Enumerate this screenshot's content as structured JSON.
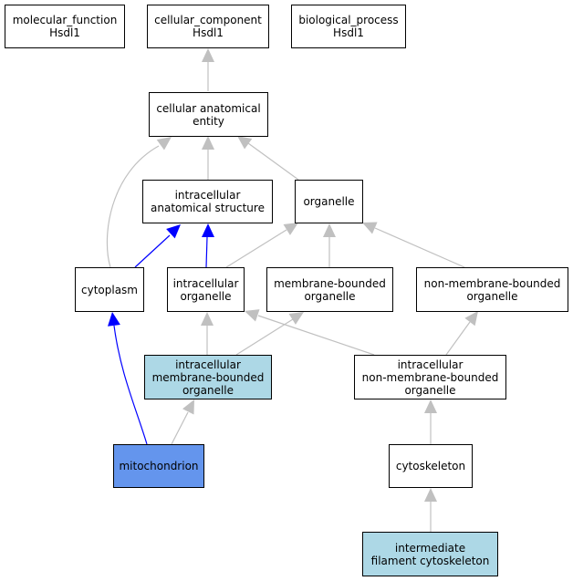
{
  "graph": {
    "colors": {
      "default_fill": "#ffffff",
      "query_fill": "#add8e6",
      "highlight_fill": "#6495ed",
      "edge_default": "#c0c0c0",
      "edge_highlight": "#0000ff"
    },
    "nodes": {
      "molecular_function": {
        "label": "molecular_function\nHsdl1",
        "fill": "#ffffff"
      },
      "cellular_component": {
        "label": "cellular_component\nHsdl1",
        "fill": "#ffffff"
      },
      "biological_process": {
        "label": "biological_process\nHsdl1",
        "fill": "#ffffff"
      },
      "cellular_anatomical_entity": {
        "label": "cellular anatomical\nentity",
        "fill": "#ffffff"
      },
      "intracellular_anatomical_structure": {
        "label": "intracellular\nanatomical structure",
        "fill": "#ffffff"
      },
      "organelle": {
        "label": "organelle",
        "fill": "#ffffff"
      },
      "cytoplasm": {
        "label": "cytoplasm",
        "fill": "#ffffff"
      },
      "intracellular_organelle": {
        "label": "intracellular\norganelle",
        "fill": "#ffffff"
      },
      "membrane_bounded_organelle": {
        "label": "membrane-bounded\norganelle",
        "fill": "#ffffff"
      },
      "non_membrane_bounded_organelle": {
        "label": "non-membrane-bounded\norganelle",
        "fill": "#ffffff"
      },
      "intracellular_membrane_bounded_organelle": {
        "label": "intracellular\nmembrane-bounded\norganelle",
        "fill": "#add8e6"
      },
      "intracellular_non_membrane_bounded_organelle": {
        "label": "intracellular\nnon-membrane-bounded\norganelle",
        "fill": "#ffffff"
      },
      "mitochondrion": {
        "label": "mitochondrion",
        "fill": "#6495ed"
      },
      "cytoskeleton": {
        "label": "cytoskeleton",
        "fill": "#ffffff"
      },
      "intermediate_filament_cytoskeleton": {
        "label": "intermediate\nfilament cytoskeleton",
        "fill": "#add8e6"
      }
    },
    "edges": [
      {
        "from": "cellular_anatomical_entity",
        "to": "cellular_component",
        "highlight": false
      },
      {
        "from": "intracellular_anatomical_structure",
        "to": "cellular_anatomical_entity",
        "highlight": false
      },
      {
        "from": "organelle",
        "to": "cellular_anatomical_entity",
        "highlight": false
      },
      {
        "from": "cytoplasm",
        "to": "cellular_anatomical_entity",
        "highlight": false
      },
      {
        "from": "cytoplasm",
        "to": "intracellular_anatomical_structure",
        "highlight": true
      },
      {
        "from": "intracellular_organelle",
        "to": "intracellular_anatomical_structure",
        "highlight": true
      },
      {
        "from": "intracellular_organelle",
        "to": "organelle",
        "highlight": false
      },
      {
        "from": "membrane_bounded_organelle",
        "to": "organelle",
        "highlight": false
      },
      {
        "from": "non_membrane_bounded_organelle",
        "to": "organelle",
        "highlight": false
      },
      {
        "from": "intracellular_membrane_bounded_organelle",
        "to": "intracellular_organelle",
        "highlight": false
      },
      {
        "from": "intracellular_membrane_bounded_organelle",
        "to": "membrane_bounded_organelle",
        "highlight": false
      },
      {
        "from": "intracellular_non_membrane_bounded_organelle",
        "to": "intracellular_organelle",
        "highlight": false
      },
      {
        "from": "intracellular_non_membrane_bounded_organelle",
        "to": "non_membrane_bounded_organelle",
        "highlight": false
      },
      {
        "from": "mitochondrion",
        "to": "cytoplasm",
        "highlight": true
      },
      {
        "from": "mitochondrion",
        "to": "intracellular_membrane_bounded_organelle",
        "highlight": false
      },
      {
        "from": "cytoskeleton",
        "to": "intracellular_non_membrane_bounded_organelle",
        "highlight": false
      },
      {
        "from": "intermediate_filament_cytoskeleton",
        "to": "cytoskeleton",
        "highlight": false
      }
    ]
  }
}
